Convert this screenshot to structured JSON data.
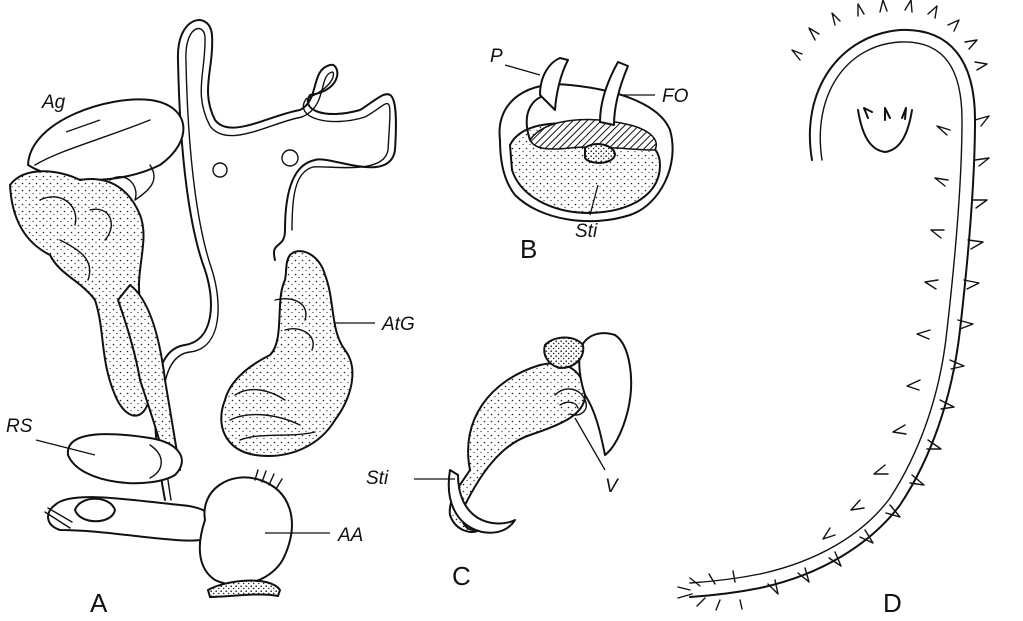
{
  "panels": {
    "A": {
      "panel_label": "A",
      "labels": {
        "ag": "Ag",
        "rs": "RS",
        "atg": "AtG",
        "aa": "AA"
      }
    },
    "B": {
      "panel_label": "B",
      "labels": {
        "p": "P",
        "fo": "FO",
        "sti": "Sti"
      }
    },
    "C": {
      "panel_label": "C",
      "labels": {
        "sti": "Sti",
        "v": "V"
      }
    },
    "D": {
      "panel_label": "D"
    }
  }
}
